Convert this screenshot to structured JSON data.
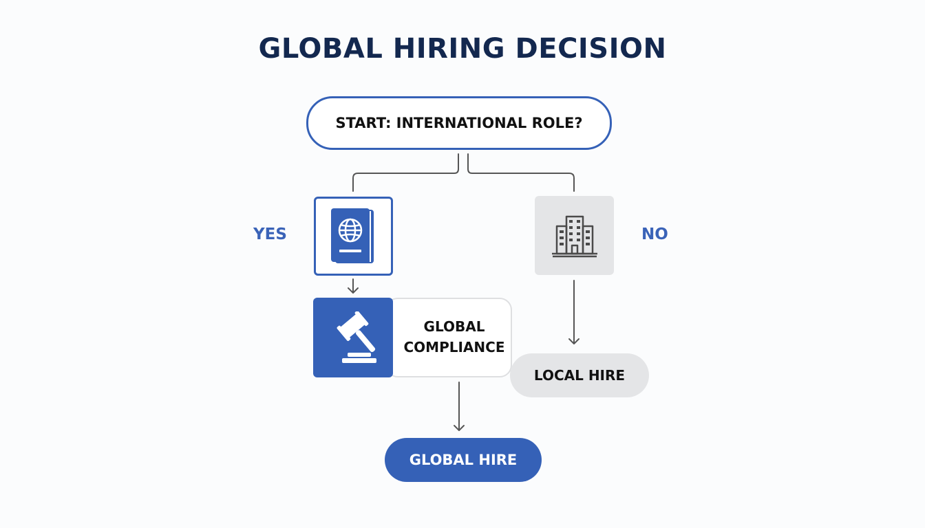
{
  "title": "GLOBAL HIRING DECISION",
  "start_node": "START: INTERNATIONAL ROLE?",
  "branches": {
    "yes": "YES",
    "no": "NO"
  },
  "compliance": {
    "line1": "GLOBAL",
    "line2": "COMPLIANCE"
  },
  "outcomes": {
    "local": "LOCAL HIRE",
    "global": "GLOBAL HIRE"
  },
  "icons": {
    "yes_branch": "passport-icon",
    "no_branch": "office-building-icon",
    "compliance": "gavel-icon"
  },
  "colors": {
    "title": "#13284f",
    "accent_blue": "#3561b7",
    "light_gray": "#e4e5e7",
    "connector": "#555555"
  }
}
